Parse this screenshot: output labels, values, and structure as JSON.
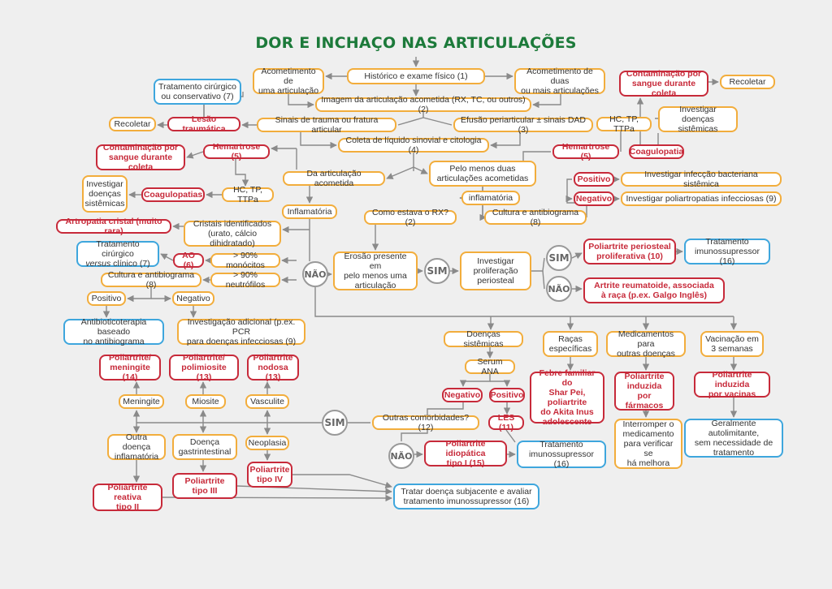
{
  "title": "DOR E INCHAÇO NAS ARTICULAÇÕES",
  "colors": {
    "orange": "#f2ad3c",
    "red": "#c72a3a",
    "blue": "#3ea6dd",
    "green": "#1c7a3a",
    "gray": "#999999"
  },
  "boxes": {
    "historico": "Histórico e exame físico (1)",
    "acomet_uma": "Acometimento de\numa articulação",
    "acomet_duas": "Acometimento de duas\nou mais articulações",
    "imagem": "Imagem da articulação acometida (RX, TC, ou outros) (2)",
    "sinais_trauma": "Sinais de trauma ou fratura articular",
    "efusao": "Efusão periarticular ± sinais DAD (3)",
    "coleta_liquido": "Coleta de líquido sinovial e citologia (4)",
    "trat_cirurgico": "Tratamento cirúrgico\nou conservativo (7)",
    "recoletar_l": "Recoletar",
    "lesao_traumatica": "Lesão traumática",
    "hemartrose_l": "Hemartrose (5)",
    "contaminacao_l": "Contaminação por\nsangue durante coleta",
    "investigar_doencas_l": "Investigar\ndoenças\nsistêmicas",
    "coagulopatias": "Coagulopatias",
    "hc_l": "HC, TP, TTPa",
    "da_articulacao": "Da articulação acometida",
    "pelo_menos_duas": "Pelo menos duas\narticulações acometidas",
    "inflamatoria_c": "Inflamatória",
    "inflamatoria_r": "inflamatória",
    "como_estava": "Como estava o RX? (2)",
    "cultura_r": "Cultura e antibiograma (8)",
    "artropatia": "Artropatia cristal (muito rara)",
    "cristais": "Cristais identificados\n(urato, cálcio dihidratado)",
    "trat_versus": "Tratamento cirúrgico\nversus clínico (7)",
    "ao": "AO (6)",
    "monocitos": "> 90% monócitos",
    "cultura_l": "Cultura e antibiograma (8)",
    "neutrofilos": "> 90% neutrófilos",
    "positivo_l": "Positivo",
    "negativo_l": "Negativo",
    "antibioticoterapia": "Antibioticoterapia baseado\nno antibiograma",
    "investigacao_adicional": "Investigação adicional (p.ex. PCR\npara doenças infecciosas (9)",
    "erosao": "Erosão presente em\npelo menos uma\narticulação",
    "investigar_prolif": "Investigar\nproliferação\nperiosteal",
    "poliartrite_periosteal": "Poliartrite periosteal\nproliferativa (10)",
    "artrite_reumatoide": "Artrite reumatoide, associada\nà raça (p.ex. Galgo Inglês)",
    "trat_imuno_r": "Tratamento\nimunossupressor (16)",
    "contaminacao_r": "Contaminação por\nsangue durante coleta",
    "recoletar_r": "Recoletar",
    "hc_r": "HC, TP, TTPa",
    "investigar_doencas_r": "Investigar doenças\nsistêmicas",
    "hemartrose_r": "Hemartrose (5)",
    "coagulopatia": "Coagulopatia",
    "positivo_r": "Positivo",
    "negativo_r": "Negativo",
    "infeccao_bacteriana": "Investigar infecção bacteriana sistêmica",
    "poliartropatias": "Investigar poliartropatias infecciosas (9)",
    "doencas_sistemicas": "Doenças sistêmicas",
    "racas": "Raças\nespecíficas",
    "medicamentos": "Medicamentos para\noutras doenças",
    "vacinacao": "Vacinação em\n3 semanas",
    "serum_ana": "Serum ANA",
    "negativo_ana": "Negativo",
    "positivo_ana": "Positivo",
    "les": "LES (11)",
    "febre_familiar": "Febre familiar do\nShar Pei, poliartrite\ndo Akita Inus\nadolescente",
    "poliartrite_farmacos": "Poliartrite\ninduzida por\nfármacos",
    "poliartrite_vacinas": "Poliartrite induzida\npor vacinas",
    "interromper": "Interromper o\nmedicamento\npara verificar se\nhá melhora",
    "geralmente": "Geralmente autolimitante,\nsem necessidade de\ntratamento",
    "poli_meningite": "Poliartrite/\nmeningite (14)",
    "poli_polimiosite": "Poliartrite/\npolimiosite (13)",
    "poli_nodosa": "Poliartrite\nnodosa (13)",
    "meningite": "Meningite",
    "miosite": "Miosite",
    "vasculite": "Vasculite",
    "outras_comorbidades": "Outras comorbidades? (12)",
    "outra_doenca": "Outra doença\ninflamatória",
    "doenca_gastro": "Doença\ngastrintestinal",
    "neoplasia": "Neoplasia",
    "poli_idiopatica": "Poliartrite idiopática\ntipo I (15)",
    "trat_imuno_bottom": "Tratamento\nimunossupressor (16)",
    "poli_tipo3": "Poliartrite\ntipo III",
    "poli_tipo4": "Poliartrite\ntipo IV",
    "poli_reativa": "Poliartrite reativa\ntipo II",
    "tratar_doenca": "Tratar doença subjacente e avaliar\ntratamento imunossupressor (16)"
  },
  "decisions": {
    "sim": "SIM",
    "nao": "NÃO"
  }
}
